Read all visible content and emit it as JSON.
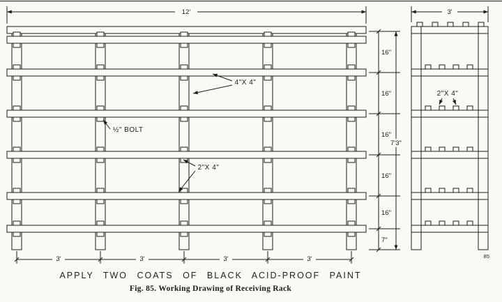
{
  "figure": {
    "finish_note": "APPLY TWO COATS OF BLACK ACID-PROOF PAINT",
    "caption": "Fig. 85.  Working Drawing of Receiving Rack",
    "page_number": "85"
  },
  "front_view": {
    "width_dim": "12'",
    "bay_dim": "3'",
    "rail_spacing_dim": "16\"",
    "bottom_spacing_dim": "7\"",
    "height_dim": "7'3\"",
    "post_label": "4\"X 4\"",
    "bolt_label": "½\" BOLT",
    "rail_label": "2\"X 4\""
  },
  "side_view": {
    "width_dim": "3'",
    "slat_label": "2\"X 4\""
  }
}
